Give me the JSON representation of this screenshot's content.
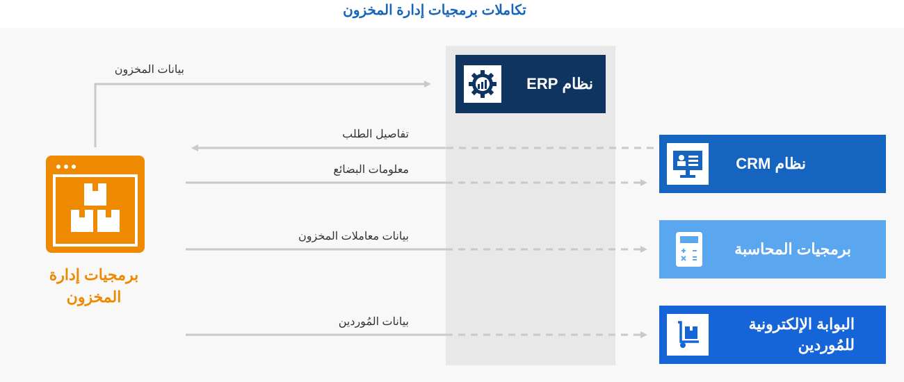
{
  "title": "تكاملات برمجيات إدارة المخزون",
  "wms": {
    "label": "برمجيات إدارة المخزون",
    "icon": "warehouse-boxes-icon"
  },
  "erp": {
    "label": "نظام ERP",
    "icon": "gear-chart-icon"
  },
  "crm": {
    "label": "نظام CRM",
    "icon": "contact-monitor-icon"
  },
  "accounting": {
    "label": "برمجيات المحاسبة",
    "icon": "calculator-icon"
  },
  "supplier": {
    "label": "البوابة الإلكترونية للمُوردين",
    "icon": "hand-truck-icon"
  },
  "flows": {
    "inventory_data": "بيانات المخزون",
    "order_details": "تفاصيل الطلب",
    "product_info": "معلومات البضائع",
    "transactions_data": "بيانات معاملات المخزون",
    "supplier_data": "بيانات المُوردين"
  },
  "colors": {
    "title": "#1565b8",
    "wms": "#ef8a00",
    "erp": "#0f3460",
    "crm": "#1565c0",
    "accounting": "#5aa7f0",
    "supplier": "#1565d8",
    "arrow": "#c9c9c9"
  }
}
